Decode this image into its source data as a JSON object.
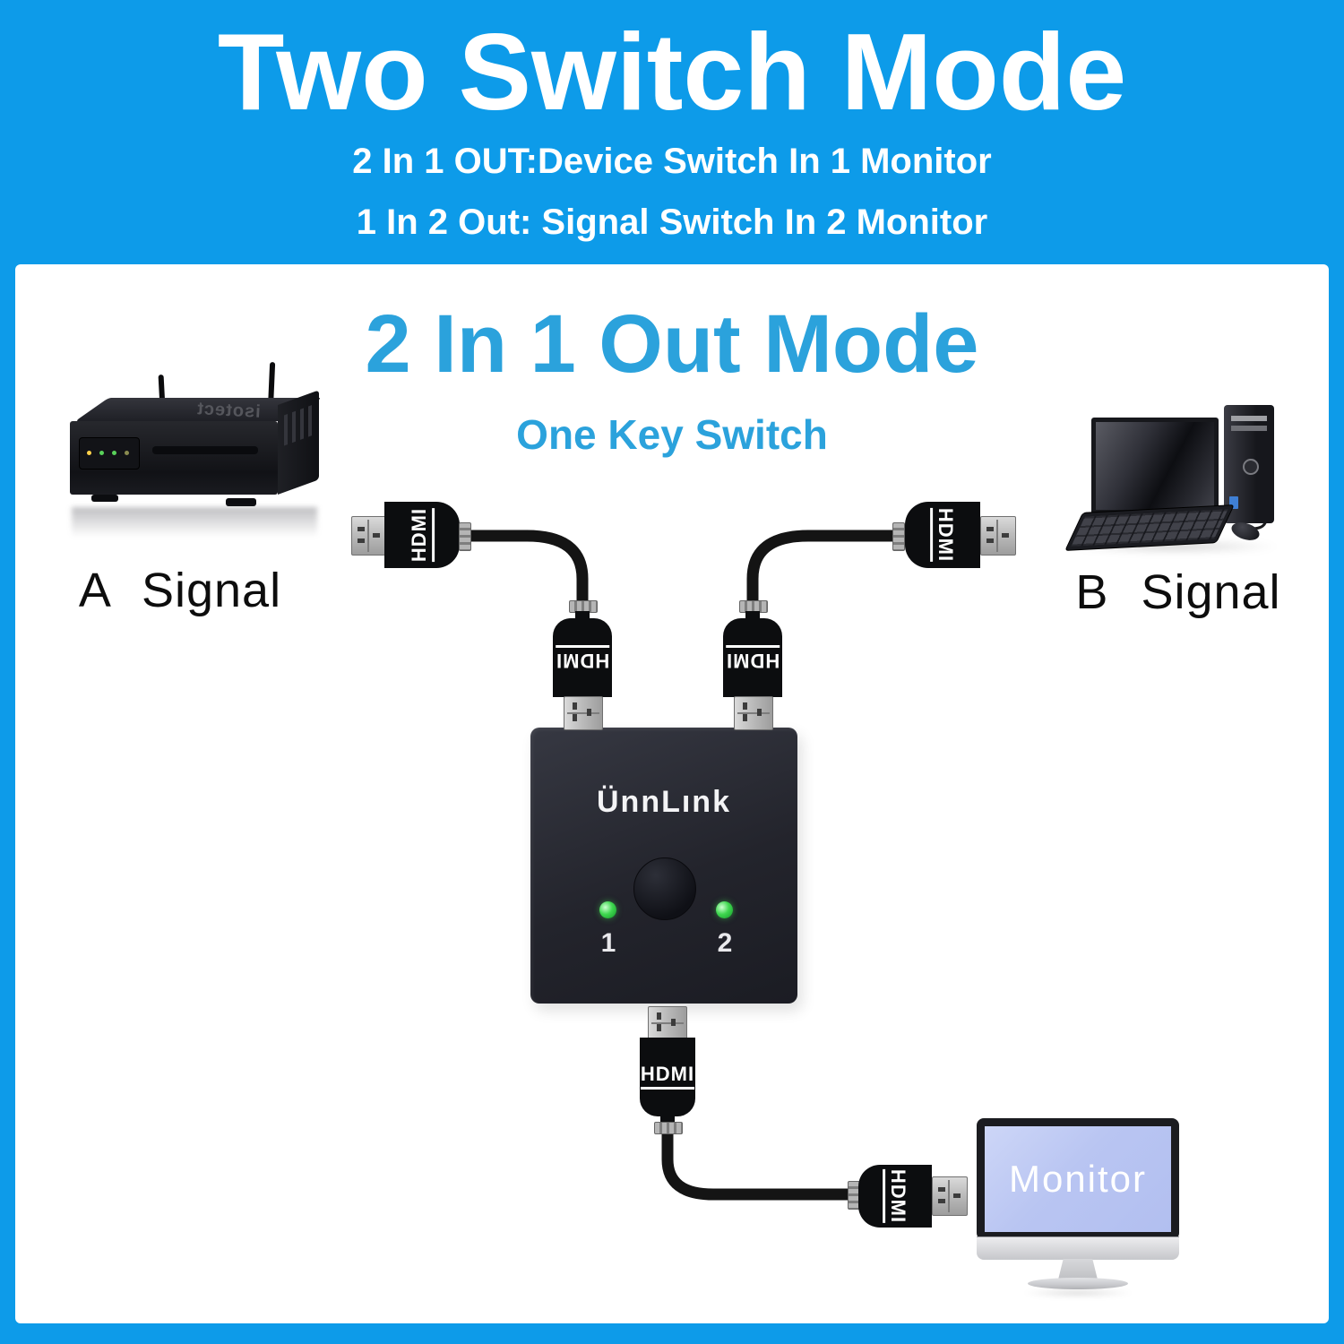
{
  "colors": {
    "bg": "#0D9BE9",
    "accent": "#2BA2DC",
    "led": "#3FD74F",
    "screen": "#B9C5F2"
  },
  "header": {
    "title": "Two Switch Mode",
    "subtitle1": "2 In 1 OUT:Device Switch In 1 Monitor",
    "subtitle2": "1 In 2 Out: Signal Switch In 2 Monitor"
  },
  "panel": {
    "heading": "2 In 1 Out Mode",
    "subheading": "One Key Switch"
  },
  "device_a": {
    "label": "A Signal",
    "brand": "isotect"
  },
  "device_b": {
    "label": "B Signal"
  },
  "hdmi": {
    "label": "HDMI"
  },
  "switch": {
    "brand": "ÜnnLınk",
    "port1": "1",
    "port2": "2"
  },
  "monitor": {
    "label": "Monitor"
  }
}
